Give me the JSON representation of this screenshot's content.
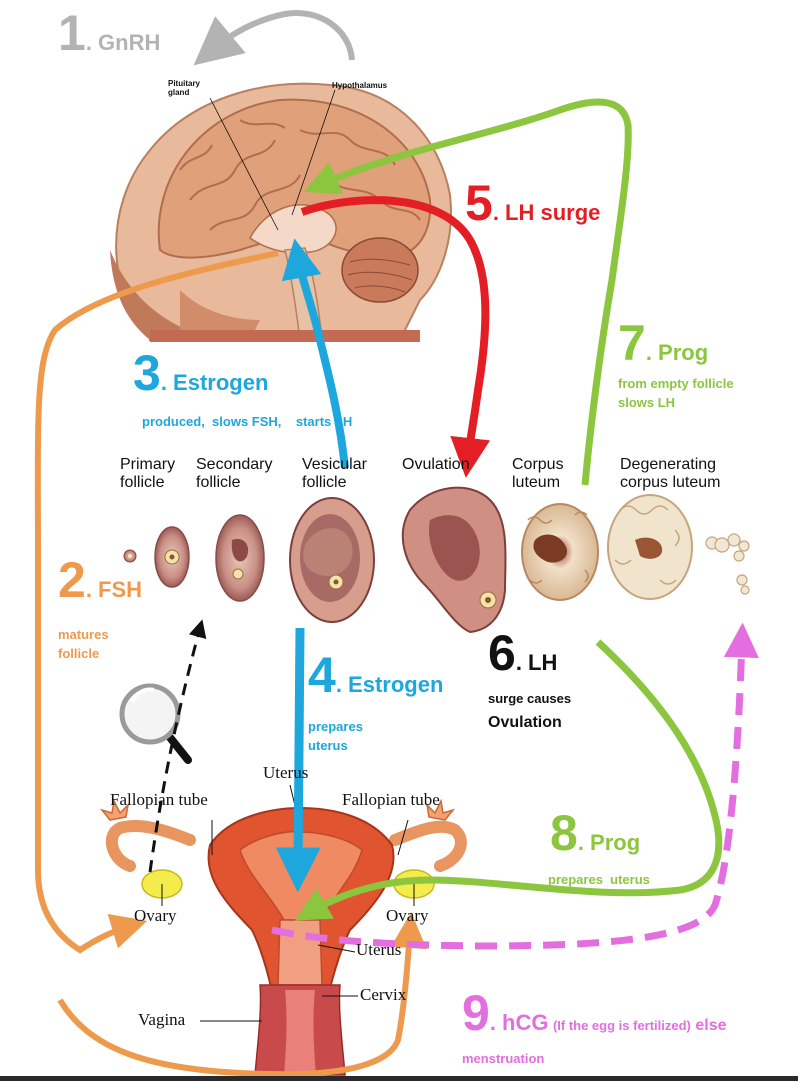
{
  "colors": {
    "gnrh": "#b3b3b3",
    "fsh": "#ee9a4d",
    "estrogen": "#1da7dc",
    "lh_surge": "#e31e24",
    "lh": "#111111",
    "prog": "#8cc63f",
    "hcg": "#e36ee0"
  },
  "steps": {
    "gnrh": {
      "number": "1",
      "label": ". GnRH"
    },
    "fsh": {
      "number": "2",
      "label": ". FSH",
      "desc": "matures\nfollicle"
    },
    "estrogen1": {
      "number": "3",
      "label": ". Estrogen",
      "desc": "produced,  slows FSH,    starts LH"
    },
    "estrogen2": {
      "number": "4",
      "label": ". Estrogen",
      "desc": "prepares\nuterus"
    },
    "lh_surge": {
      "number": "5",
      "label": ". LH surge"
    },
    "lh": {
      "number": "6",
      "label": ". LH",
      "desc": "surge causes",
      "desc2": "Ovulation"
    },
    "prog1": {
      "number": "7",
      "label": ". Prog",
      "desc": "from empty follicle\nslows LH"
    },
    "prog2": {
      "number": "8",
      "label": ". Prog",
      "desc": "prepares  uterus"
    },
    "hcg": {
      "number": "9",
      "label": ". hCG",
      "note": "(If the egg is fertilized)",
      "else": "else",
      "desc": "menstruation"
    }
  },
  "brain_labels": {
    "pituitary": "Pituitary\ngland",
    "hypothalamus": "Hypothalamus"
  },
  "follicle_stages": [
    "Primary\nfollicle",
    "Secondary\nfollicle",
    "Vesicular\nfollicle",
    "Ovulation",
    "Corpus\nluteum",
    "Degenerating\ncorpus luteum"
  ],
  "anatomy_labels": {
    "uterus_top": "Uterus",
    "fallopian_left": "Fallopian tube",
    "fallopian_right": "Fallopian tube",
    "ovary_left": "Ovary",
    "ovary_right": "Ovary",
    "uterus_side": "Uterus",
    "cervix": "Cervix",
    "vagina": "Vagina"
  },
  "icons": {
    "magnifier": "magnifying-glass-icon"
  }
}
